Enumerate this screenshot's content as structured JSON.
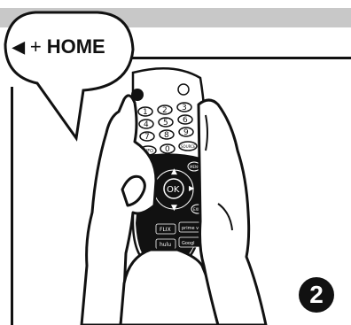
{
  "instruction": {
    "back_symbol": "◀",
    "plus_symbol": "+",
    "home_label": "HOME"
  },
  "step": {
    "number": "2"
  },
  "remote": {
    "digits": [
      "1",
      "2",
      "3",
      "4",
      "5",
      "6",
      "7",
      "8",
      "9",
      "0"
    ],
    "info_label": "INFO",
    "source_label": "SOURCE",
    "menu_label": "MENU",
    "ok_label": "OK",
    "exit_label": "EXIT",
    "netflix_label": "FLIX",
    "prime_label": "prime vid",
    "hulu_label": "hulu",
    "other_label": "Googl"
  }
}
